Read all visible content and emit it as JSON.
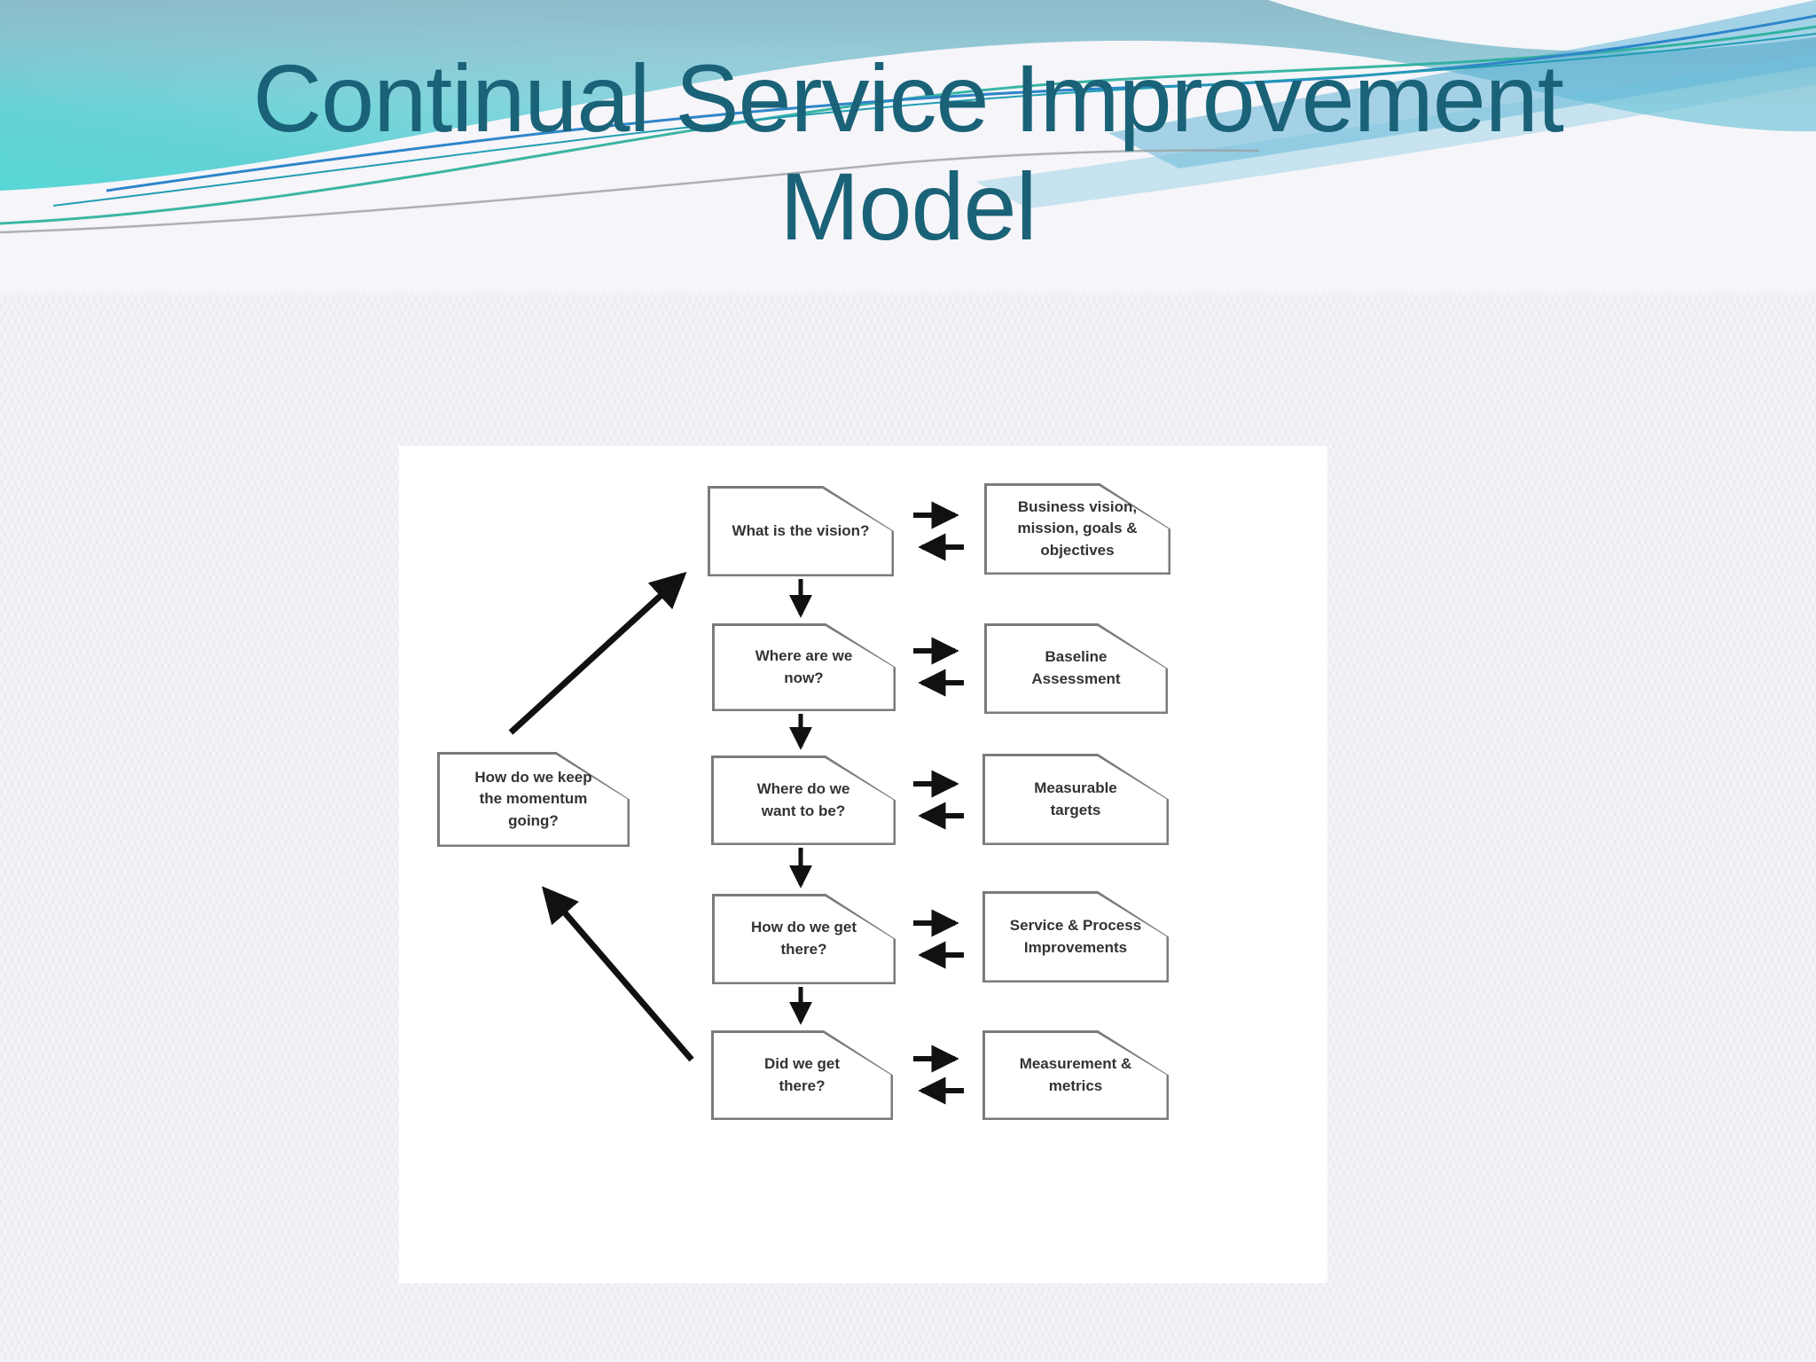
{
  "slide": {
    "title_line1": "Continual Service Improvement",
    "title_line2": "Model",
    "title_color": "#1a6277",
    "accent_colors": {
      "header_teal": "#4fd9d6",
      "header_blue_band": "#53aed6",
      "thin_line_green": "#27ae9a",
      "thin_line_blue": "#2e86c9",
      "thin_line_gray": "#9aa0a3"
    }
  },
  "diagram": {
    "card_border_color": "#7b7b7b",
    "arrow_color": "#111111",
    "questions": [
      {
        "label": "What is the vision?"
      },
      {
        "label": "Where are we\nnow?"
      },
      {
        "label": "Where do we\nwant to be?"
      },
      {
        "label": "How do we get\nthere?"
      },
      {
        "label": "Did we get\nthere?"
      }
    ],
    "outputs": [
      {
        "label": "Business vision,\nmission, goals &\nobjectives"
      },
      {
        "label": "Baseline\nAssessment"
      },
      {
        "label": "Measurable\ntargets"
      },
      {
        "label": "Service & Process\nImprovements"
      },
      {
        "label": "Measurement &\nmetrics"
      }
    ],
    "loop_box": {
      "label": "How do we keep\nthe momentum\ngoing?"
    }
  }
}
